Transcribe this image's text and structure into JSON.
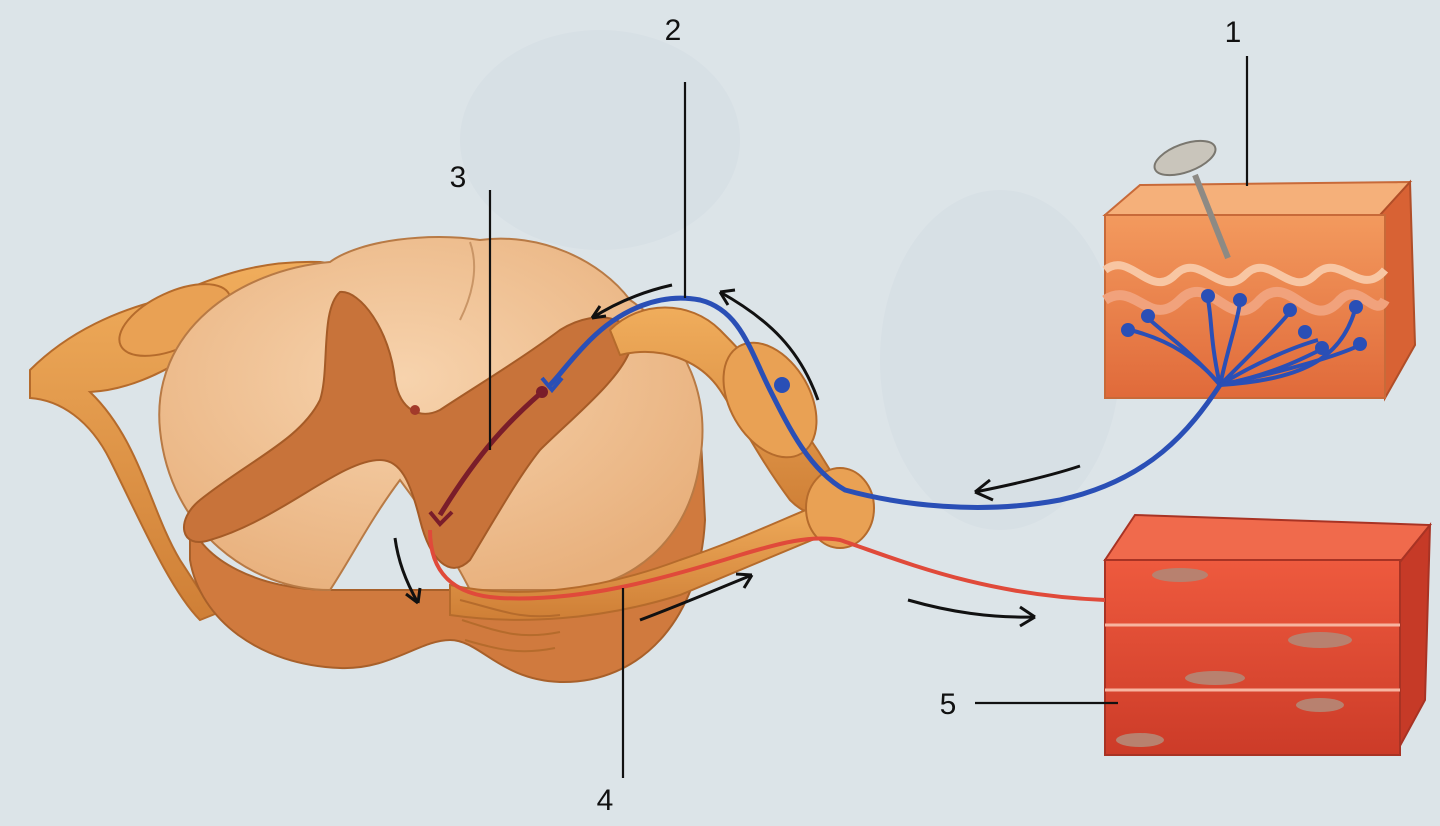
{
  "labels": [
    {
      "id": "1",
      "text": "1"
    },
    {
      "id": "2",
      "text": "2"
    },
    {
      "id": "3",
      "text": "3"
    },
    {
      "id": "4",
      "text": "4"
    },
    {
      "id": "5",
      "text": "5"
    }
  ],
  "colors": {
    "background": "#dfe6ea",
    "sensory_neuron": "#2a4fb6",
    "motor_neuron": "#e04a3a",
    "interneuron": "#7a1d2a",
    "white_matter": "#f3c79c",
    "gray_matter": "#c8733a",
    "nerve": "#e39a4b",
    "skin": "#ec7b44",
    "muscle": "#e24a33"
  }
}
